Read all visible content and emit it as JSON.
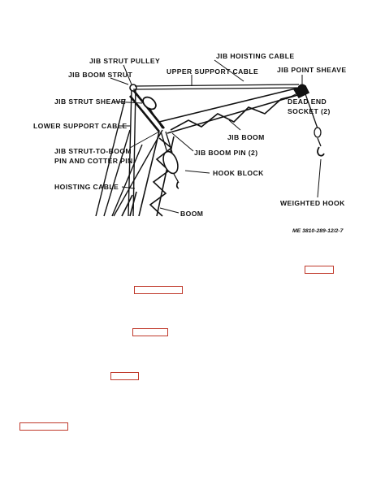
{
  "labels": {
    "jib_strut_pulley": "JIB STRUT PULLEY",
    "jib_hoisting_cable": "JIB HOISTING CABLE",
    "jib_boom_strut": "JIB BOOM STRUT",
    "upper_support_cable": "UPPER SUPPORT CABLE",
    "jib_point_sheave": "JIB POINT SHEAVE",
    "jib_strut_sheave": "JIB STRUT SHEAVE",
    "dead_end_1": "DEAD END",
    "dead_end_2": "SOCKET (2)",
    "lower_support_cable": "LOWER SUPPORT CABLE",
    "jib_boom": "JIB BOOM",
    "strut_to_boom_1": "JIB STRUT-TO-BOOM",
    "strut_to_boom_2": "PIN AND COTTER PIN.",
    "jib_boom_pin": "JIB BOOM PIN (2)",
    "hook_block": "HOOK BLOCK",
    "hoisting_cable": "HOISTING CABLE",
    "weighted_hook": "WEIGHTED HOOK",
    "boom": "BOOM"
  },
  "figure_id": "ME 3810-289-12/2-7",
  "colors": {
    "line": "#111111",
    "highlight_box": "#c0392b"
  }
}
